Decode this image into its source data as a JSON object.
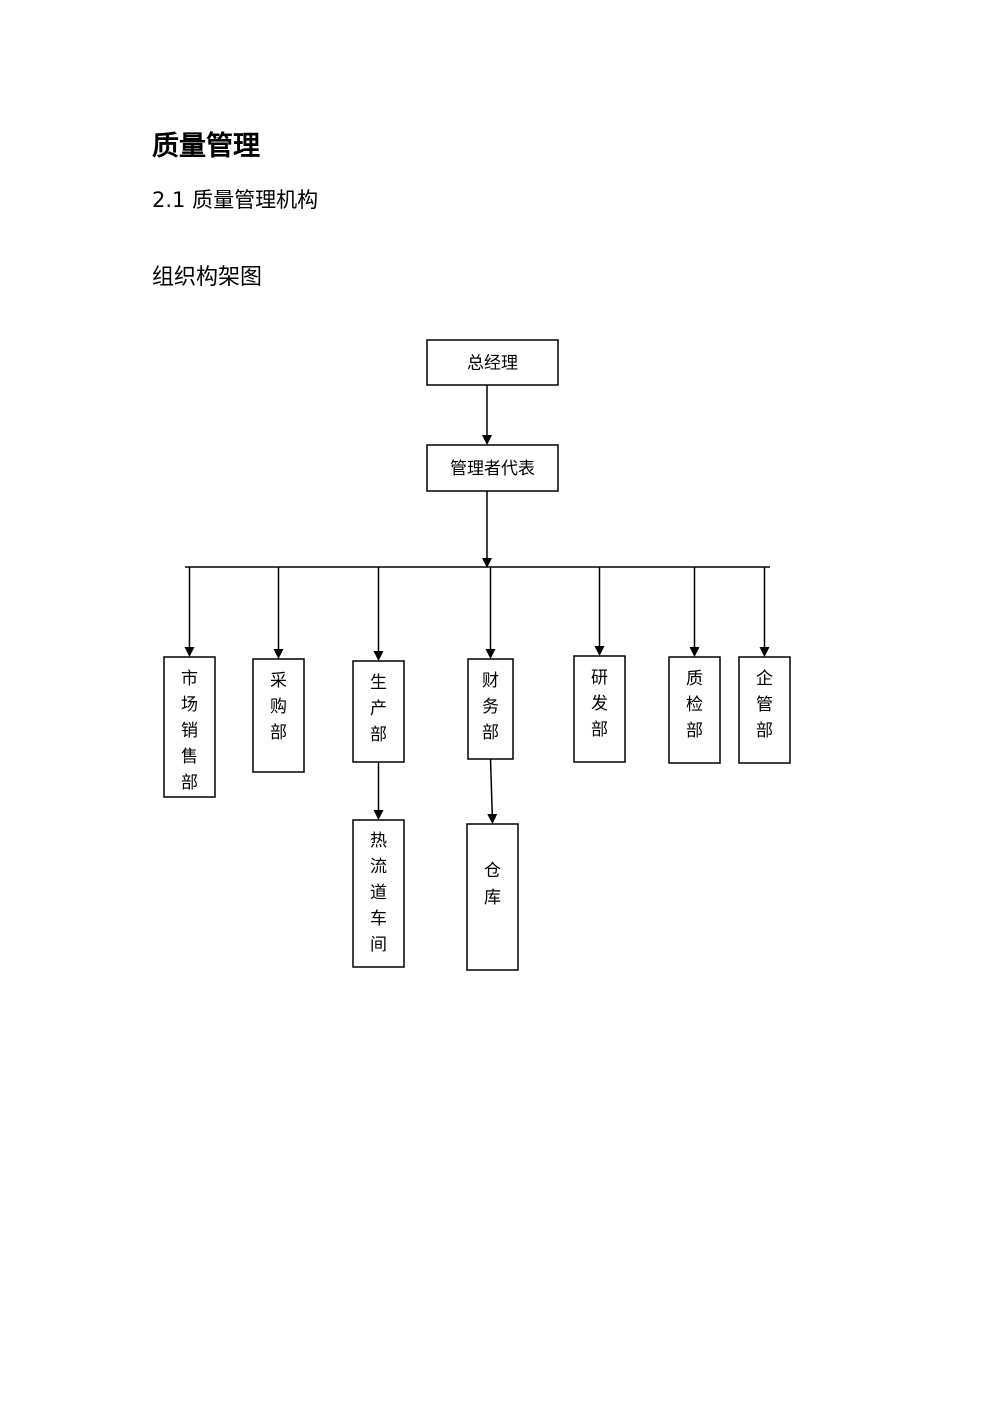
{
  "heading": "质量管理",
  "section": "2.1 质量管理机构",
  "subheading": "组织构架图",
  "org_chart": {
    "top": "总经理",
    "second": "管理者代表",
    "departments": [
      {
        "id": "marketing",
        "label": "市场销售部"
      },
      {
        "id": "purchasing",
        "label": "采购部"
      },
      {
        "id": "production",
        "label": "生产部",
        "child": {
          "id": "hotrunner",
          "label": "热流道车间"
        }
      },
      {
        "id": "finance",
        "label": "财务部",
        "child": {
          "id": "warehouse",
          "label": "仓库"
        }
      },
      {
        "id": "rnd",
        "label": "研发部"
      },
      {
        "id": "qc",
        "label": "质检部"
      },
      {
        "id": "admin",
        "label": "企管部"
      }
    ]
  }
}
